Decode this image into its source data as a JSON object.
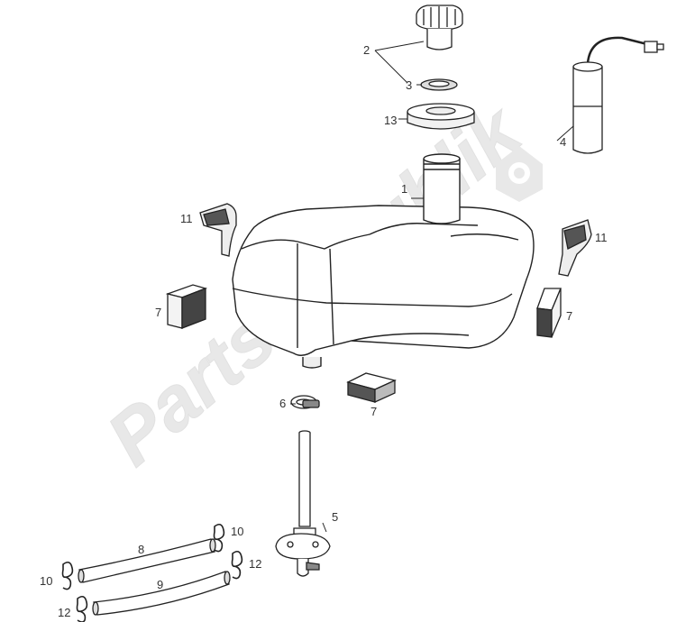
{
  "diagram": {
    "labels": {
      "tank": "1",
      "cap": "2",
      "gasket": "3",
      "sender": "4",
      "tap": "5",
      "clamp": "6",
      "pad_left": "7",
      "pad_right": "7",
      "pad_bottom": "7",
      "hose_upper": "8",
      "hose_lower": "9",
      "clip_upper_right": "10",
      "clip_left": "10",
      "bracket_left": "11",
      "bracket_right": "11",
      "clip_lower_right": "12",
      "clip_lower_left": "12",
      "ring": "13"
    },
    "watermark": "PartsRepublik"
  }
}
